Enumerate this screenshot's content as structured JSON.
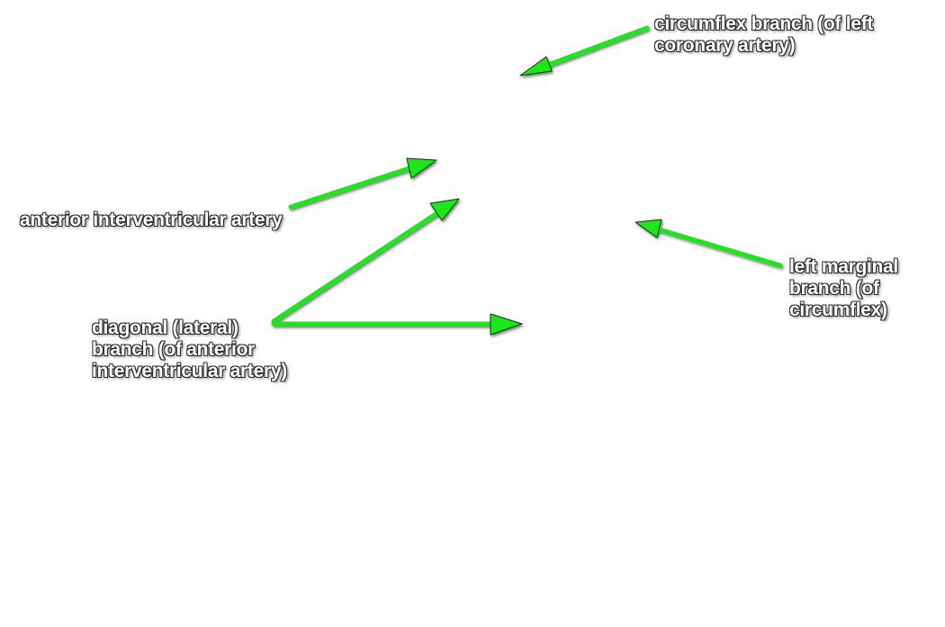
{
  "labels": {
    "circumflex": {
      "lines": [
        "circumflex branch (of left",
        "coronary artery)"
      ]
    },
    "anterior": {
      "lines": [
        "anterior interventricular artery"
      ]
    },
    "diagonal": {
      "lines": [
        "diagonal (lateral)",
        "branch (of anterior",
        "interventricular artery)"
      ]
    },
    "marginal": {
      "lines": [
        "left marginal",
        "branch (of",
        "circumflex)"
      ]
    }
  },
  "colors": {
    "arrow": "#1ee61e",
    "arrow_outline": "#0a3a0a",
    "label_fill": "#ffffff",
    "label_outline": "#2a2a2a",
    "background": "#ffffff"
  }
}
